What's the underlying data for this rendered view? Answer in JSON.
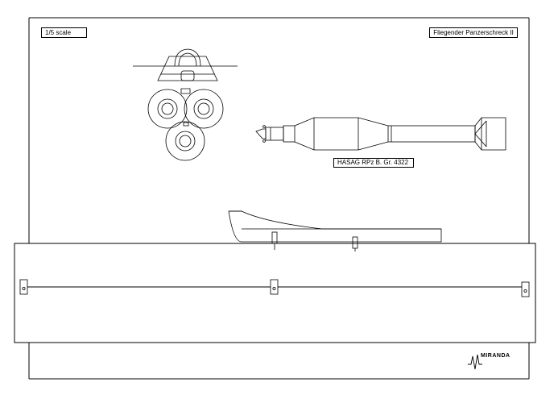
{
  "labels": {
    "scale": "1/5 scale",
    "title": "Fliegender Panzerschreck II",
    "part": "HASAG RPz B. Gr. 4322"
  },
  "logo": {
    "text": "MIRANDA"
  },
  "colors": {
    "line": "#000000",
    "paper": "#ffffff"
  }
}
